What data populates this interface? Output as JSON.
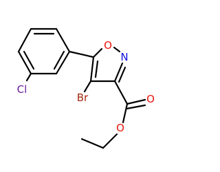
{
  "structure": {
    "atoms": {
      "O_ring": {
        "label": "O",
        "color": "#e8130d"
      },
      "N_ring": {
        "label": "N",
        "color": "#1010e0"
      },
      "Br": {
        "label": "Br",
        "color": "#a5280f"
      },
      "Cl": {
        "label": "Cl",
        "color": "#6a1b9a"
      },
      "O_carbonyl": {
        "label": "O",
        "color": "#e8130d"
      },
      "O_ester": {
        "label": "O",
        "color": "#e8130d"
      }
    },
    "bond_color": "#000000"
  }
}
